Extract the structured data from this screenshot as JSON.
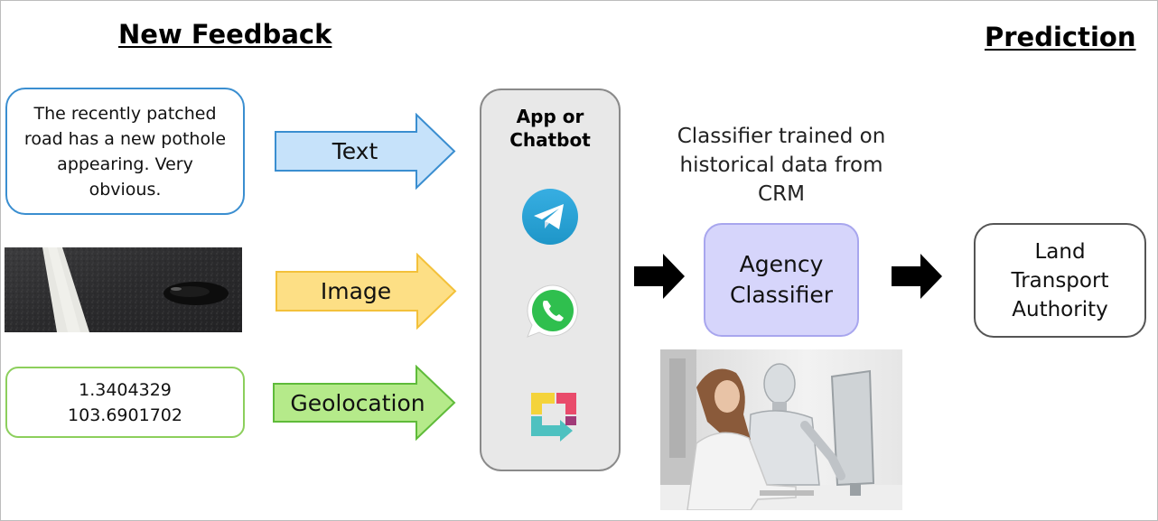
{
  "headings": {
    "new_feedback": "New Feedback",
    "prediction": "Prediction"
  },
  "inputs": {
    "text_feedback": "The recently patched road has a new pothole appearing. Very obvious.",
    "geo_lat": "1.3404329",
    "geo_lon": "103.6901702"
  },
  "arrows": {
    "text_label": "Text",
    "image_label": "Image",
    "geo_label": "Geolocation"
  },
  "channels": {
    "title": "App or Chatbot",
    "icons": [
      "telegram-icon",
      "whatsapp-icon",
      "feedback-app-icon"
    ]
  },
  "classifier": {
    "caption": "Classifier trained on historical data from CRM",
    "label": "Agency Classifier"
  },
  "prediction": {
    "agency": "Land Transport Authority"
  },
  "colors": {
    "text_arrow_fill": "#c6e2fa",
    "text_arrow_stroke": "#3a8ed0",
    "image_arrow_fill": "#fddf85",
    "image_arrow_stroke": "#f3c13a",
    "geo_arrow_fill": "#b5ea8a",
    "geo_arrow_stroke": "#5fbb3a",
    "classifier_fill": "#d6d5fb",
    "panel_fill": "#e8e8e8"
  }
}
